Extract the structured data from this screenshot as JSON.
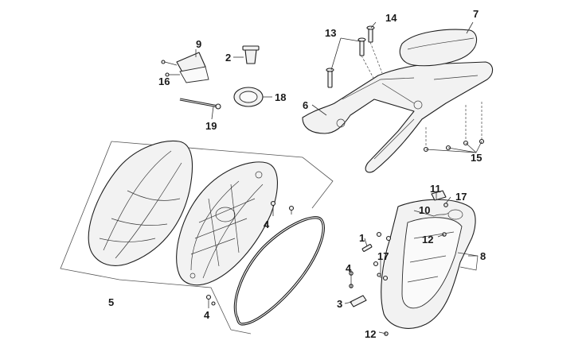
{
  "callouts": {
    "c1": "1",
    "c2": "2",
    "c3": "3",
    "c4a": "4",
    "c4b": "4",
    "c4c": "4",
    "c5": "5",
    "c6": "6",
    "c7": "7",
    "c8": "8",
    "c9": "9",
    "c10": "10",
    "c11": "11",
    "c12a": "12",
    "c12b": "12",
    "c13": "13",
    "c14": "14",
    "c15": "15",
    "c16": "16",
    "c17a": "17",
    "c17b": "17",
    "c18": "18",
    "c19": "19"
  },
  "colors": {
    "line": "#1f1f1f",
    "fill": "#f2f2f2",
    "background": "#ffffff"
  }
}
